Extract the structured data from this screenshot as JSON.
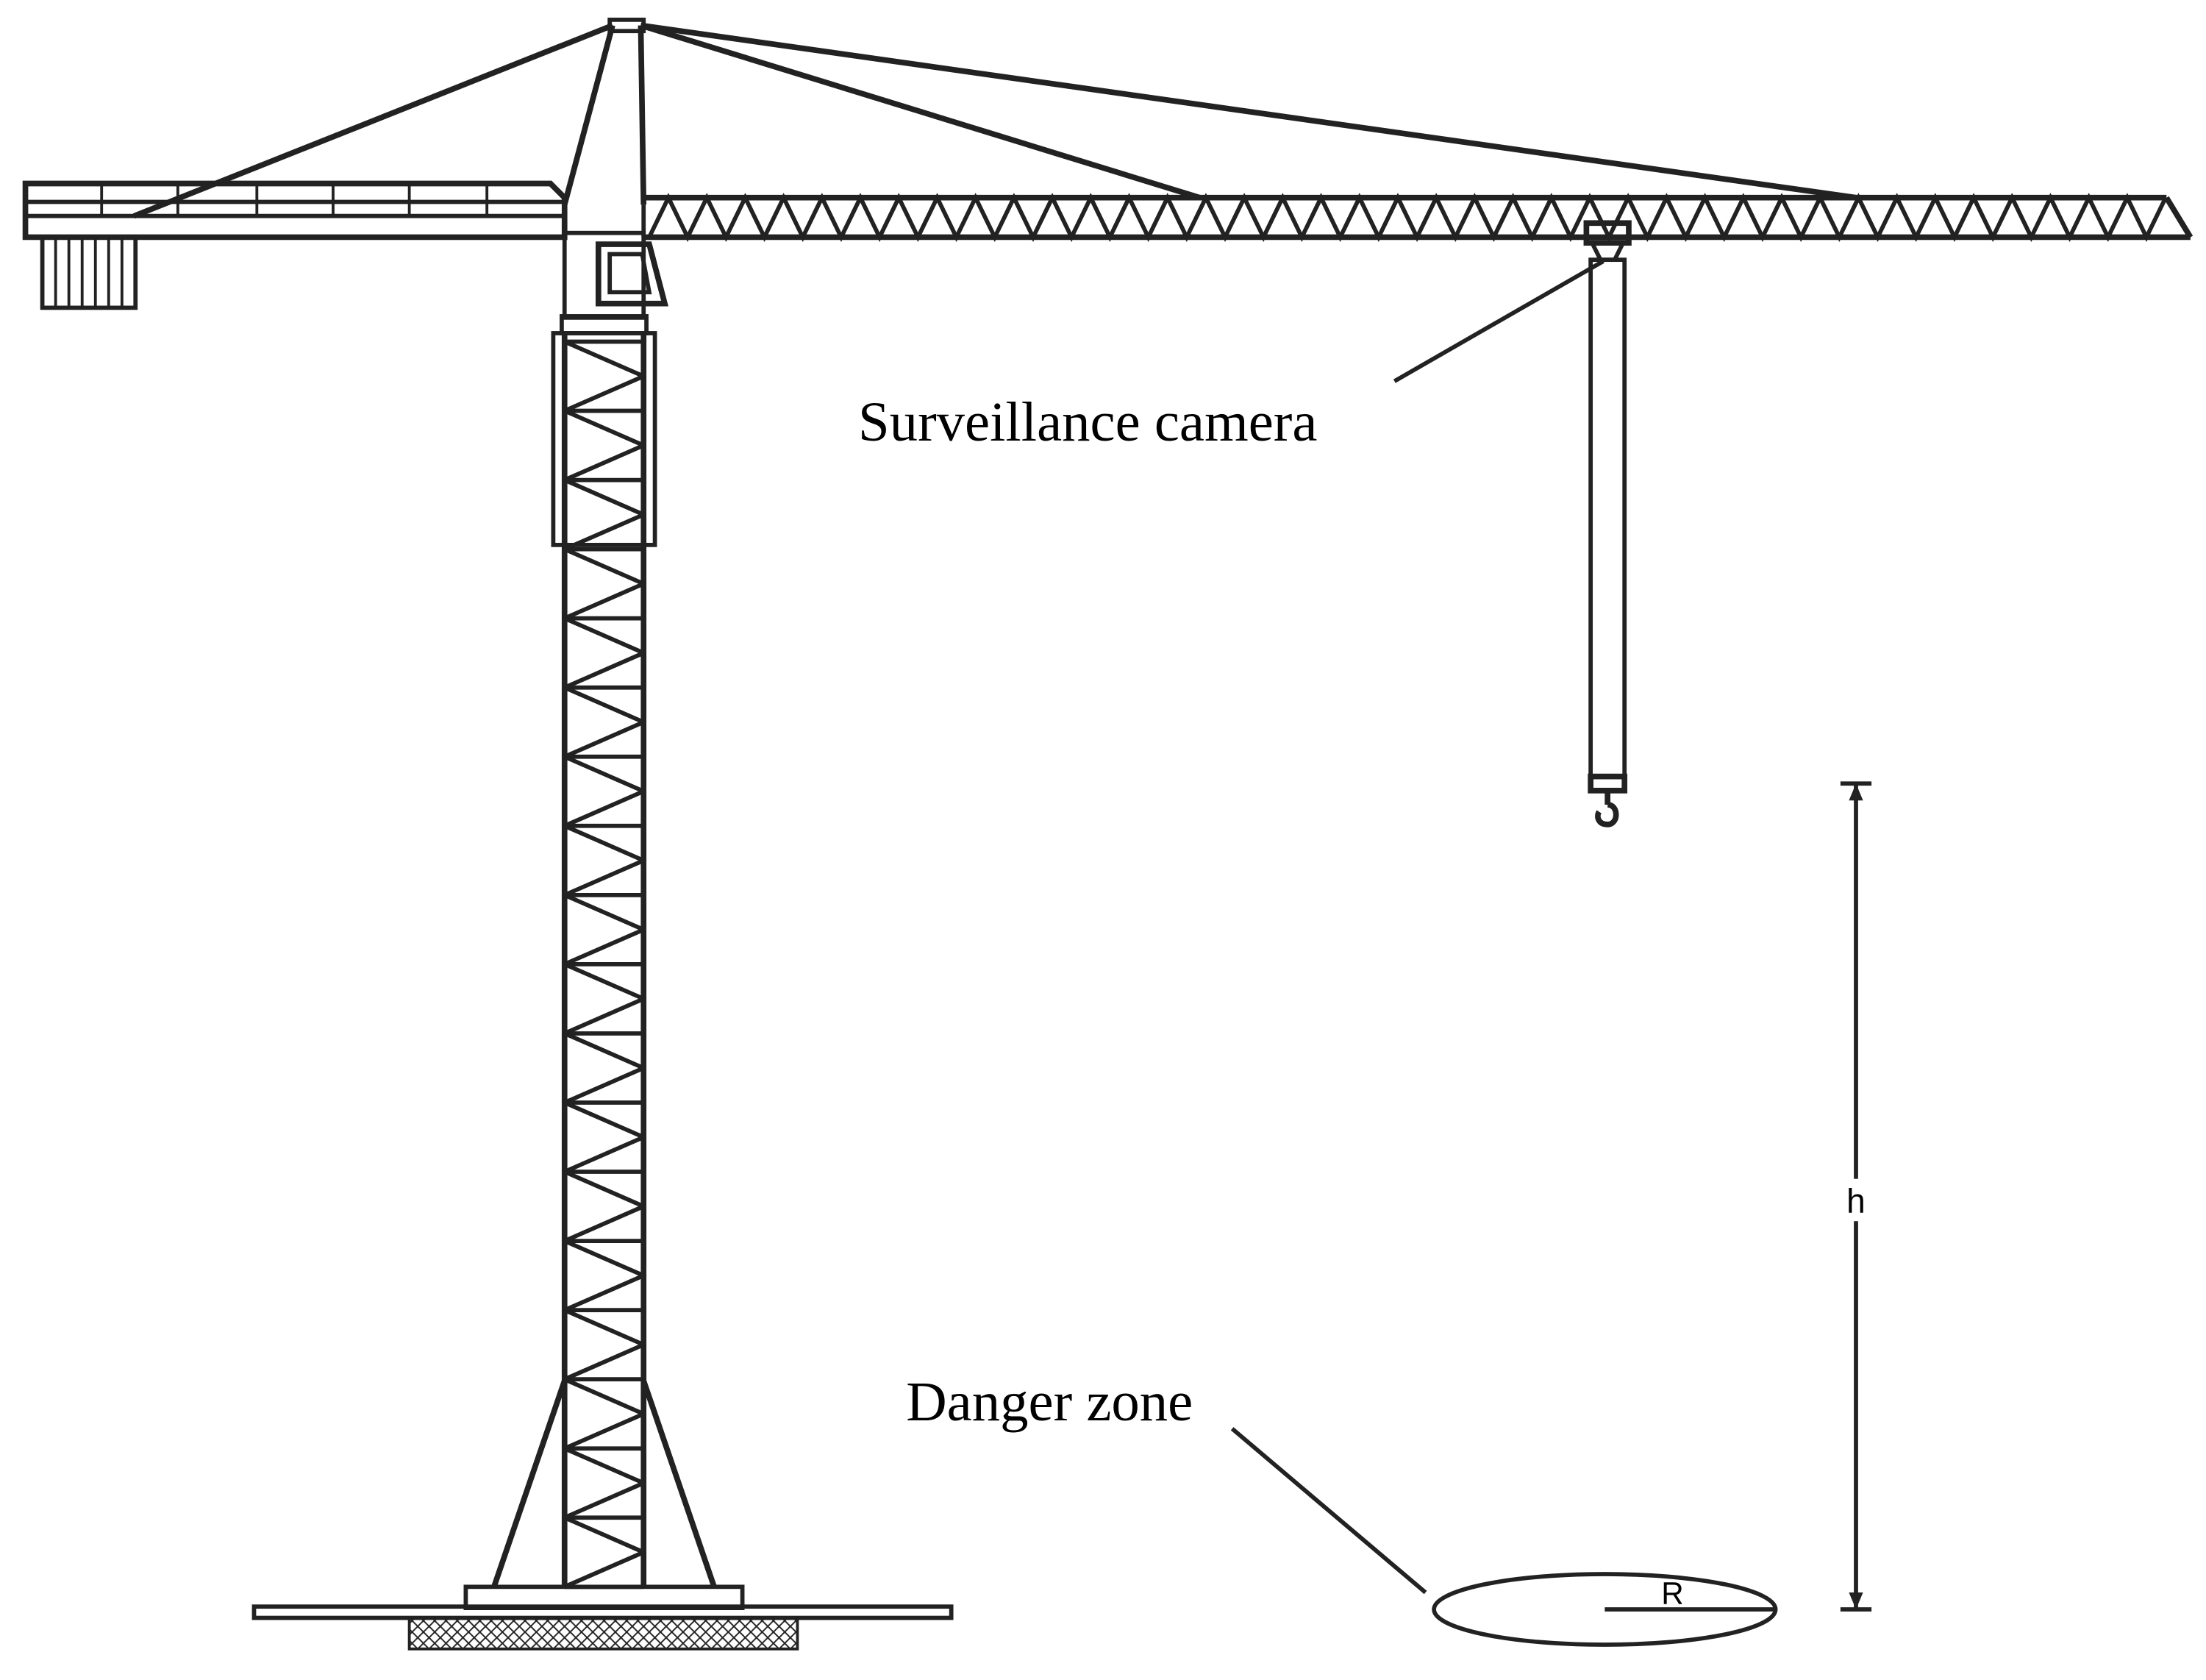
{
  "labels": {
    "camera": "Surveillance camera",
    "danger": "Danger zone",
    "height": "h",
    "radius": "R"
  }
}
